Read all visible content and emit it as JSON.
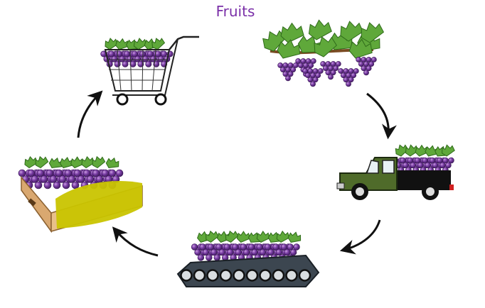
{
  "diagram": {
    "title": "Fruits",
    "stages": [
      {
        "id": "harvest",
        "icon": "grapevine-icon"
      },
      {
        "id": "transport",
        "icon": "pickup-truck-icon"
      },
      {
        "id": "processing",
        "icon": "conveyor-belt-icon"
      },
      {
        "id": "packaging",
        "icon": "crate-icon"
      },
      {
        "id": "retail",
        "icon": "shopping-cart-icon"
      }
    ],
    "colors": {
      "title": "#7a2fa8",
      "grape": "#7b3fa6",
      "grape_dark": "#4d2170",
      "leaf": "#5fa83a",
      "truck": "#4f6b2a",
      "crate": "#e8c08a",
      "arrow": "#111111"
    }
  }
}
